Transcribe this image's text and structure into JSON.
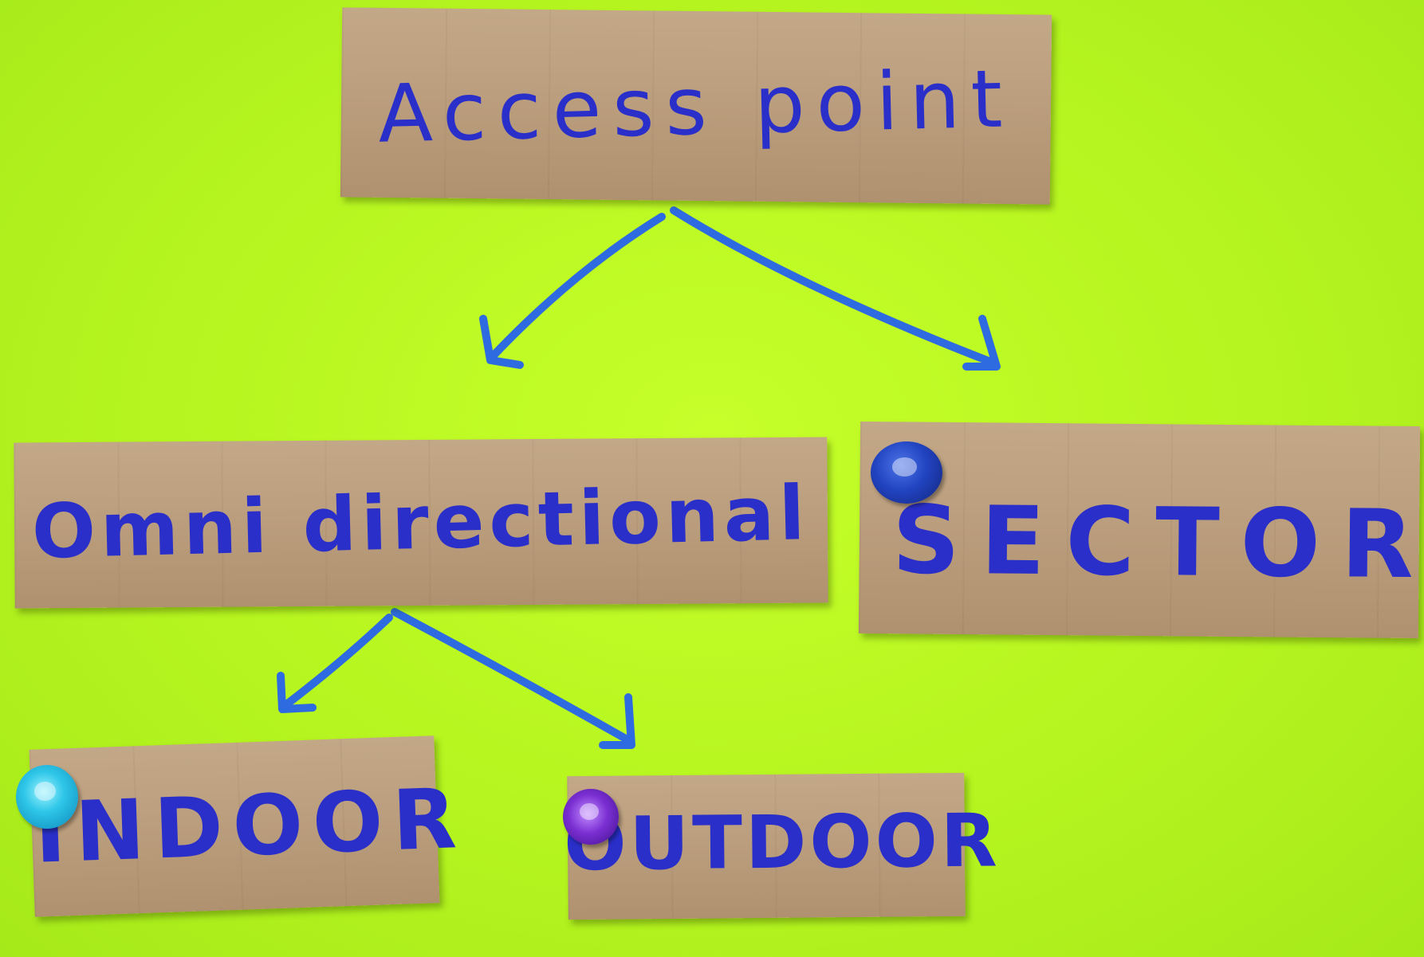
{
  "board": {
    "background_color": "#b8f520",
    "card_color": "#bda17f",
    "ink_color": "#2a2fc9",
    "nodes": {
      "root": {
        "label": "Access point"
      },
      "left": {
        "label": "Omni directional"
      },
      "right": {
        "label": "SECTOR"
      },
      "left_left": {
        "label": "INDOOR"
      },
      "left_right": {
        "label": "OUTDOOR"
      }
    },
    "pins": [
      {
        "attached_to": "SECTOR",
        "color": "#2244c2"
      },
      {
        "attached_to": "INDOOR",
        "color": "#2ec6e8"
      },
      {
        "attached_to": "OUTDOOR",
        "color": "#7a2fd2"
      }
    ],
    "edges": [
      {
        "from": "Access point",
        "to": "Omni directional"
      },
      {
        "from": "Access point",
        "to": "SECTOR"
      },
      {
        "from": "Omni directional",
        "to": "INDOOR"
      },
      {
        "from": "Omni directional",
        "to": "OUTDOOR"
      }
    ]
  }
}
